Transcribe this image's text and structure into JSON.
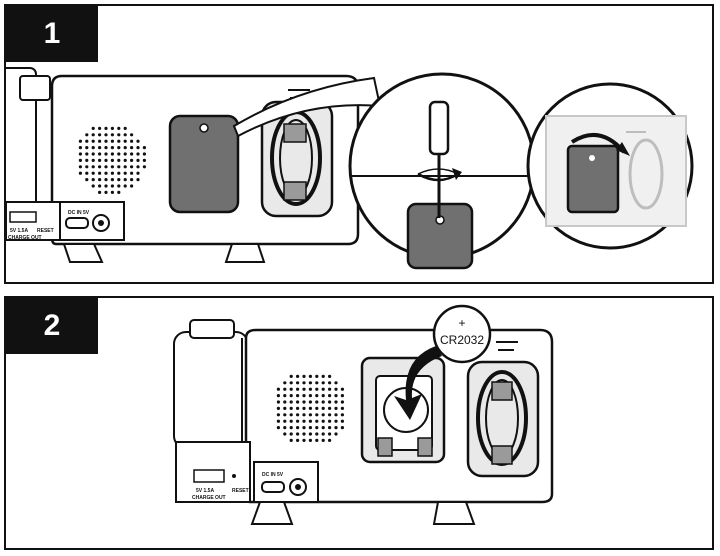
{
  "steps": [
    {
      "number": "1",
      "labels": {
        "port_power": "5V 1.5A",
        "port_charge": "CHARGE OUT",
        "reset": "RESET",
        "dc_in": "DC IN 5V"
      }
    },
    {
      "number": "2",
      "labels": {
        "port_power": "5V 1.5A",
        "port_charge": "CHARGE OUT",
        "reset": "RESET",
        "dc_in": "DC IN 5V",
        "battery_type": "CR2032",
        "battery_polarity": "+"
      }
    }
  ],
  "colors": {
    "outline": "#111111",
    "cover_gray": "#6e6e6e",
    "light_gray": "#e6e6e6",
    "mid_gray": "#cfcfcf",
    "background": "#ffffff"
  }
}
